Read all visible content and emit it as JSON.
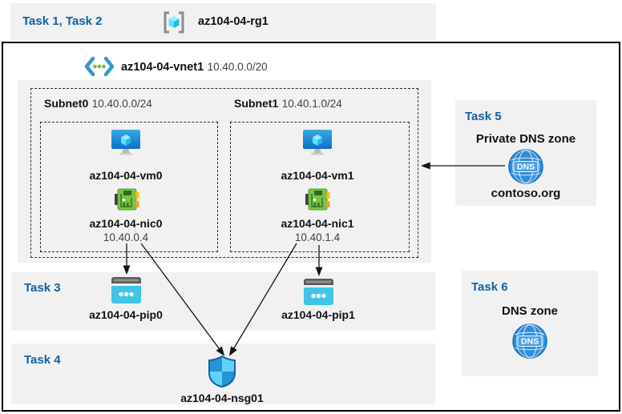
{
  "colors": {
    "accent_blue": "#1160a6",
    "band_gray": "#f1f1f1",
    "frame_black": "#000000"
  },
  "header": {
    "tasks_label": "Task 1, Task 2",
    "resource_group": "az104-04-rg1"
  },
  "vnet": {
    "name": "az104-04-vnet1",
    "cidr": "10.40.0.0/20"
  },
  "subnet0": {
    "name": "Subnet0",
    "cidr": "10.40.0.0/24",
    "vm_name": "az104-04-vm0",
    "nic_name": "az104-04-nic0",
    "nic_ip": "10.40.0.4"
  },
  "subnet1": {
    "name": "Subnet1",
    "cidr": "10.40.1.0/24",
    "vm_name": "az104-04-vm1",
    "nic_name": "az104-04-nic1",
    "nic_ip": "10.40.1.4"
  },
  "task3": {
    "label": "Task 3",
    "pip0_name": "az104-04-pip0",
    "pip1_name": "az104-04-pip1"
  },
  "task4": {
    "label": "Task 4",
    "nsg_name": "az104-04-nsg01"
  },
  "task5": {
    "label": "Task 5",
    "title": "Private DNS zone",
    "zone_name": "contoso.org",
    "dns_icon_text": "DNS"
  },
  "task6": {
    "label": "Task 6",
    "title": "DNS zone",
    "dns_icon_text": "DNS"
  }
}
